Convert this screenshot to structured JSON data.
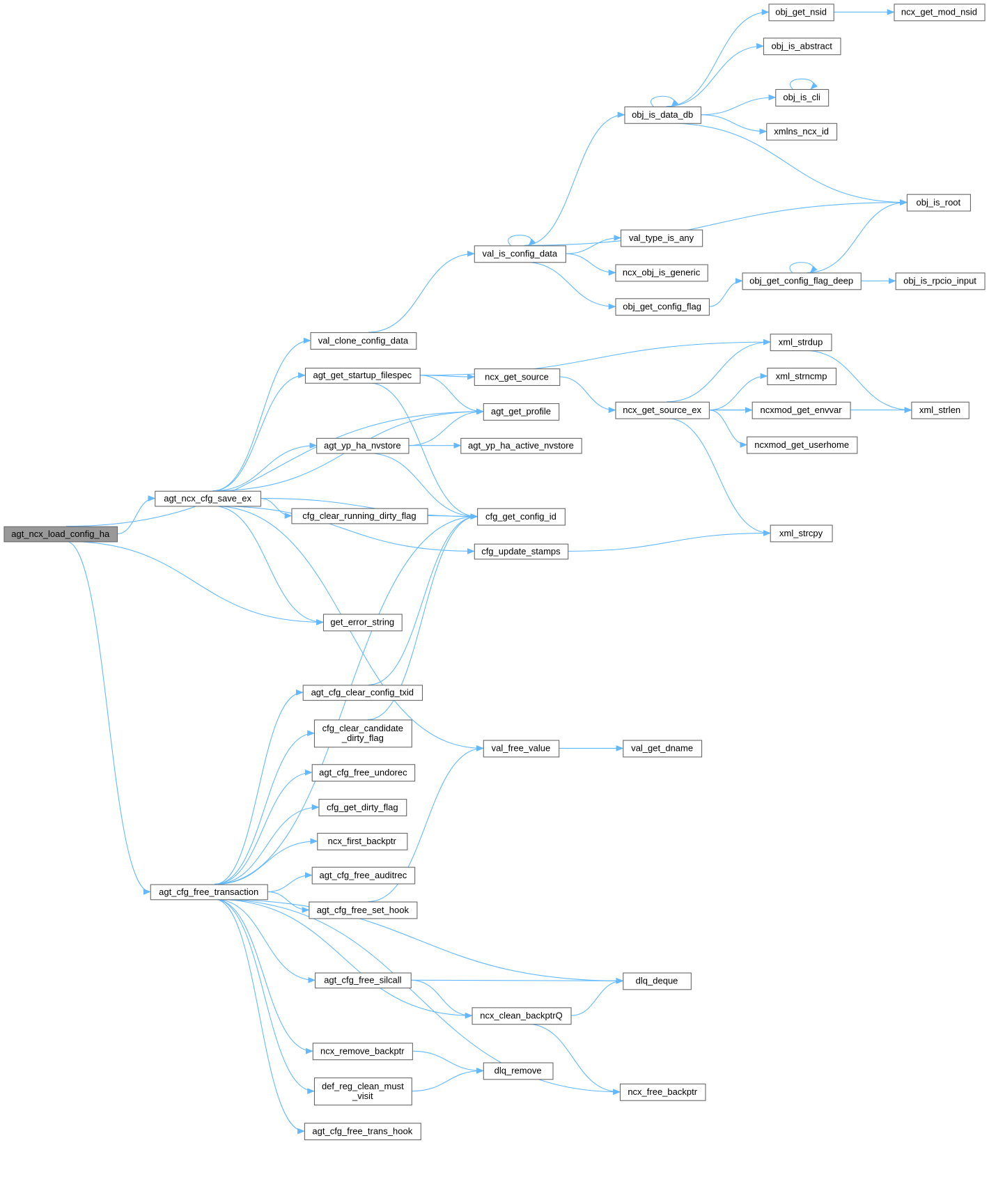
{
  "graph": {
    "type": "call-graph",
    "root": "agt_ncx_load_config_ha",
    "colors": {
      "edge": "#63b8ff",
      "node_border": "#666666",
      "root_fill": "#999999",
      "node_fill": "#ffffff"
    },
    "nodes": [
      {
        "id": "agt_ncx_load_config_ha",
        "lines": [
          "agt_ncx_load_config_ha"
        ]
      },
      {
        "id": "agt_ncx_cfg_save_ex",
        "lines": [
          "agt_ncx_cfg_save_ex"
        ]
      },
      {
        "id": "agt_cfg_free_transaction",
        "lines": [
          "agt_cfg_free_transaction"
        ]
      },
      {
        "id": "val_clone_config_data",
        "lines": [
          "val_clone_config_data"
        ]
      },
      {
        "id": "agt_get_startup_filespec",
        "lines": [
          "agt_get_startup_filespec"
        ]
      },
      {
        "id": "agt_yp_ha_nvstore",
        "lines": [
          "agt_yp_ha_nvstore"
        ]
      },
      {
        "id": "cfg_clear_running_dirty_flag",
        "lines": [
          "cfg_clear_running_dirty_flag"
        ]
      },
      {
        "id": "get_error_string",
        "lines": [
          "get_error_string"
        ]
      },
      {
        "id": "agt_cfg_clear_config_txid",
        "lines": [
          "agt_cfg_clear_config_txid"
        ]
      },
      {
        "id": "cfg_clear_candidate_dirty_flag",
        "lines": [
          "cfg_clear_candidate",
          "_dirty_flag"
        ]
      },
      {
        "id": "agt_cfg_free_undorec",
        "lines": [
          "agt_cfg_free_undorec"
        ]
      },
      {
        "id": "cfg_get_dirty_flag",
        "lines": [
          "cfg_get_dirty_flag"
        ]
      },
      {
        "id": "ncx_first_backptr",
        "lines": [
          "ncx_first_backptr"
        ]
      },
      {
        "id": "agt_cfg_free_auditrec",
        "lines": [
          "agt_cfg_free_auditrec"
        ]
      },
      {
        "id": "agt_cfg_free_set_hook",
        "lines": [
          "agt_cfg_free_set_hook"
        ]
      },
      {
        "id": "agt_cfg_free_silcall",
        "lines": [
          "agt_cfg_free_silcall"
        ]
      },
      {
        "id": "ncx_remove_backptr",
        "lines": [
          "ncx_remove_backptr"
        ]
      },
      {
        "id": "def_reg_clean_must_visit",
        "lines": [
          "def_reg_clean_must",
          "_visit"
        ]
      },
      {
        "id": "agt_cfg_free_trans_hook",
        "lines": [
          "agt_cfg_free_trans_hook"
        ]
      },
      {
        "id": "val_is_config_data",
        "lines": [
          "val_is_config_data"
        ]
      },
      {
        "id": "agt_get_profile",
        "lines": [
          "agt_get_profile"
        ]
      },
      {
        "id": "agt_yp_ha_active_nvstore",
        "lines": [
          "agt_yp_ha_active_nvstore"
        ]
      },
      {
        "id": "ncx_get_source",
        "lines": [
          "ncx_get_source"
        ]
      },
      {
        "id": "cfg_get_config_id",
        "lines": [
          "cfg_get_config_id"
        ]
      },
      {
        "id": "cfg_update_stamps",
        "lines": [
          "cfg_update_stamps"
        ]
      },
      {
        "id": "val_free_value",
        "lines": [
          "val_free_value"
        ]
      },
      {
        "id": "ncx_clean_backptrQ",
        "lines": [
          "ncx_clean_backptrQ"
        ]
      },
      {
        "id": "dlq_remove",
        "lines": [
          "dlq_remove"
        ]
      },
      {
        "id": "obj_is_data_db",
        "lines": [
          "obj_is_data_db"
        ]
      },
      {
        "id": "val_type_is_any",
        "lines": [
          "val_type_is_any"
        ]
      },
      {
        "id": "ncx_obj_is_generic",
        "lines": [
          "ncx_obj_is_generic"
        ]
      },
      {
        "id": "obj_get_config_flag",
        "lines": [
          "obj_get_config_flag"
        ]
      },
      {
        "id": "ncx_get_source_ex",
        "lines": [
          "ncx_get_source_ex"
        ]
      },
      {
        "id": "val_get_dname",
        "lines": [
          "val_get_dname"
        ]
      },
      {
        "id": "dlq_deque",
        "lines": [
          "dlq_deque"
        ]
      },
      {
        "id": "ncx_free_backptr",
        "lines": [
          "ncx_free_backptr"
        ]
      },
      {
        "id": "obj_get_nsid",
        "lines": [
          "obj_get_nsid"
        ]
      },
      {
        "id": "obj_is_abstract",
        "lines": [
          "obj_is_abstract"
        ]
      },
      {
        "id": "obj_is_cli",
        "lines": [
          "obj_is_cli"
        ]
      },
      {
        "id": "xmlns_ncx_id",
        "lines": [
          "xmlns_ncx_id"
        ]
      },
      {
        "id": "obj_get_config_flag_deep",
        "lines": [
          "obj_get_config_flag_deep"
        ]
      },
      {
        "id": "xml_strdup",
        "lines": [
          "xml_strdup"
        ]
      },
      {
        "id": "xml_strncmp",
        "lines": [
          "xml_strncmp"
        ]
      },
      {
        "id": "ncxmod_get_envvar",
        "lines": [
          "ncxmod_get_envvar"
        ]
      },
      {
        "id": "ncxmod_get_userhome",
        "lines": [
          "ncxmod_get_userhome"
        ]
      },
      {
        "id": "xml_strcpy",
        "lines": [
          "xml_strcpy"
        ]
      },
      {
        "id": "ncx_get_mod_nsid",
        "lines": [
          "ncx_get_mod_nsid"
        ]
      },
      {
        "id": "obj_is_root",
        "lines": [
          "obj_is_root"
        ]
      },
      {
        "id": "obj_is_rpcio_input",
        "lines": [
          "obj_is_rpcio_input"
        ]
      },
      {
        "id": "xml_strlen",
        "lines": [
          "xml_strlen"
        ]
      }
    ],
    "edges": [
      [
        "agt_ncx_load_config_ha",
        "agt_get_profile"
      ],
      [
        "agt_ncx_load_config_ha",
        "agt_ncx_cfg_save_ex"
      ],
      [
        "agt_ncx_load_config_ha",
        "get_error_string"
      ],
      [
        "agt_ncx_load_config_ha",
        "agt_cfg_free_transaction"
      ],
      [
        "agt_ncx_cfg_save_ex",
        "val_clone_config_data"
      ],
      [
        "agt_ncx_cfg_save_ex",
        "agt_get_startup_filespec"
      ],
      [
        "agt_ncx_cfg_save_ex",
        "agt_get_profile"
      ],
      [
        "agt_ncx_cfg_save_ex",
        "agt_yp_ha_nvstore"
      ],
      [
        "agt_ncx_cfg_save_ex",
        "cfg_get_config_id"
      ],
      [
        "agt_ncx_cfg_save_ex",
        "cfg_clear_running_dirty_flag"
      ],
      [
        "agt_ncx_cfg_save_ex",
        "cfg_update_stamps"
      ],
      [
        "agt_ncx_cfg_save_ex",
        "get_error_string"
      ],
      [
        "agt_ncx_cfg_save_ex",
        "val_free_value"
      ],
      [
        "val_clone_config_data",
        "val_is_config_data"
      ],
      [
        "agt_get_startup_filespec",
        "xml_strdup"
      ],
      [
        "agt_get_startup_filespec",
        "ncx_get_source"
      ],
      [
        "agt_get_startup_filespec",
        "agt_get_profile"
      ],
      [
        "agt_get_startup_filespec",
        "cfg_get_config_id"
      ],
      [
        "agt_yp_ha_nvstore",
        "agt_get_profile"
      ],
      [
        "agt_yp_ha_nvstore",
        "agt_yp_ha_active_nvstore"
      ],
      [
        "agt_yp_ha_nvstore",
        "cfg_get_config_id"
      ],
      [
        "cfg_clear_running_dirty_flag",
        "cfg_get_config_id"
      ],
      [
        "cfg_update_stamps",
        "xml_strcpy"
      ],
      [
        "val_is_config_data",
        "val_is_config_data"
      ],
      [
        "val_is_config_data",
        "obj_is_data_db"
      ],
      [
        "val_is_config_data",
        "obj_is_root"
      ],
      [
        "val_is_config_data",
        "val_type_is_any"
      ],
      [
        "val_is_config_data",
        "ncx_obj_is_generic"
      ],
      [
        "val_is_config_data",
        "obj_get_config_flag"
      ],
      [
        "obj_is_data_db",
        "obj_is_data_db"
      ],
      [
        "obj_is_data_db",
        "obj_get_nsid"
      ],
      [
        "obj_is_data_db",
        "obj_is_abstract"
      ],
      [
        "obj_is_data_db",
        "obj_is_cli"
      ],
      [
        "obj_is_data_db",
        "xmlns_ncx_id"
      ],
      [
        "obj_is_data_db",
        "obj_is_root"
      ],
      [
        "obj_is_cli",
        "obj_is_cli"
      ],
      [
        "obj_get_nsid",
        "ncx_get_mod_nsid"
      ],
      [
        "obj_get_config_flag",
        "obj_get_config_flag_deep"
      ],
      [
        "obj_get_config_flag_deep",
        "obj_get_config_flag_deep"
      ],
      [
        "obj_get_config_flag_deep",
        "obj_is_root"
      ],
      [
        "obj_get_config_flag_deep",
        "obj_is_rpcio_input"
      ],
      [
        "ncx_get_source",
        "ncx_get_source_ex"
      ],
      [
        "ncx_get_source_ex",
        "xml_strdup"
      ],
      [
        "ncx_get_source_ex",
        "xml_strncmp"
      ],
      [
        "ncx_get_source_ex",
        "ncxmod_get_envvar"
      ],
      [
        "ncx_get_source_ex",
        "ncxmod_get_userhome"
      ],
      [
        "ncx_get_source_ex",
        "xml_strlen"
      ],
      [
        "ncx_get_source_ex",
        "xml_strcpy"
      ],
      [
        "xml_strdup",
        "xml_strlen"
      ],
      [
        "agt_cfg_free_transaction",
        "cfg_get_config_id"
      ],
      [
        "agt_cfg_free_transaction",
        "agt_cfg_clear_config_txid"
      ],
      [
        "agt_cfg_free_transaction",
        "cfg_clear_candidate_dirty_flag"
      ],
      [
        "agt_cfg_free_transaction",
        "agt_cfg_free_undorec"
      ],
      [
        "agt_cfg_free_transaction",
        "cfg_get_dirty_flag"
      ],
      [
        "agt_cfg_free_transaction",
        "ncx_first_backptr"
      ],
      [
        "agt_cfg_free_transaction",
        "agt_cfg_free_auditrec"
      ],
      [
        "agt_cfg_free_transaction",
        "agt_cfg_free_set_hook"
      ],
      [
        "agt_cfg_free_transaction",
        "dlq_deque"
      ],
      [
        "agt_cfg_free_transaction",
        "agt_cfg_free_silcall"
      ],
      [
        "agt_cfg_free_transaction",
        "ncx_clean_backptrQ"
      ],
      [
        "agt_cfg_free_transaction",
        "ncx_remove_backptr"
      ],
      [
        "agt_cfg_free_transaction",
        "def_reg_clean_must_visit"
      ],
      [
        "agt_cfg_free_transaction",
        "agt_cfg_free_trans_hook"
      ],
      [
        "agt_cfg_free_transaction",
        "ncx_free_backptr"
      ],
      [
        "agt_cfg_clear_config_txid",
        "cfg_get_config_id"
      ],
      [
        "cfg_clear_candidate_dirty_flag",
        "cfg_get_config_id"
      ],
      [
        "agt_cfg_free_set_hook",
        "val_free_value"
      ],
      [
        "val_free_value",
        "val_get_dname"
      ],
      [
        "agt_cfg_free_silcall",
        "dlq_deque"
      ],
      [
        "agt_cfg_free_silcall",
        "ncx_clean_backptrQ"
      ],
      [
        "ncx_clean_backptrQ",
        "dlq_deque"
      ],
      [
        "ncx_clean_backptrQ",
        "ncx_free_backptr"
      ],
      [
        "ncx_remove_backptr",
        "dlq_remove"
      ],
      [
        "def_reg_clean_must_visit",
        "dlq_remove"
      ]
    ]
  }
}
